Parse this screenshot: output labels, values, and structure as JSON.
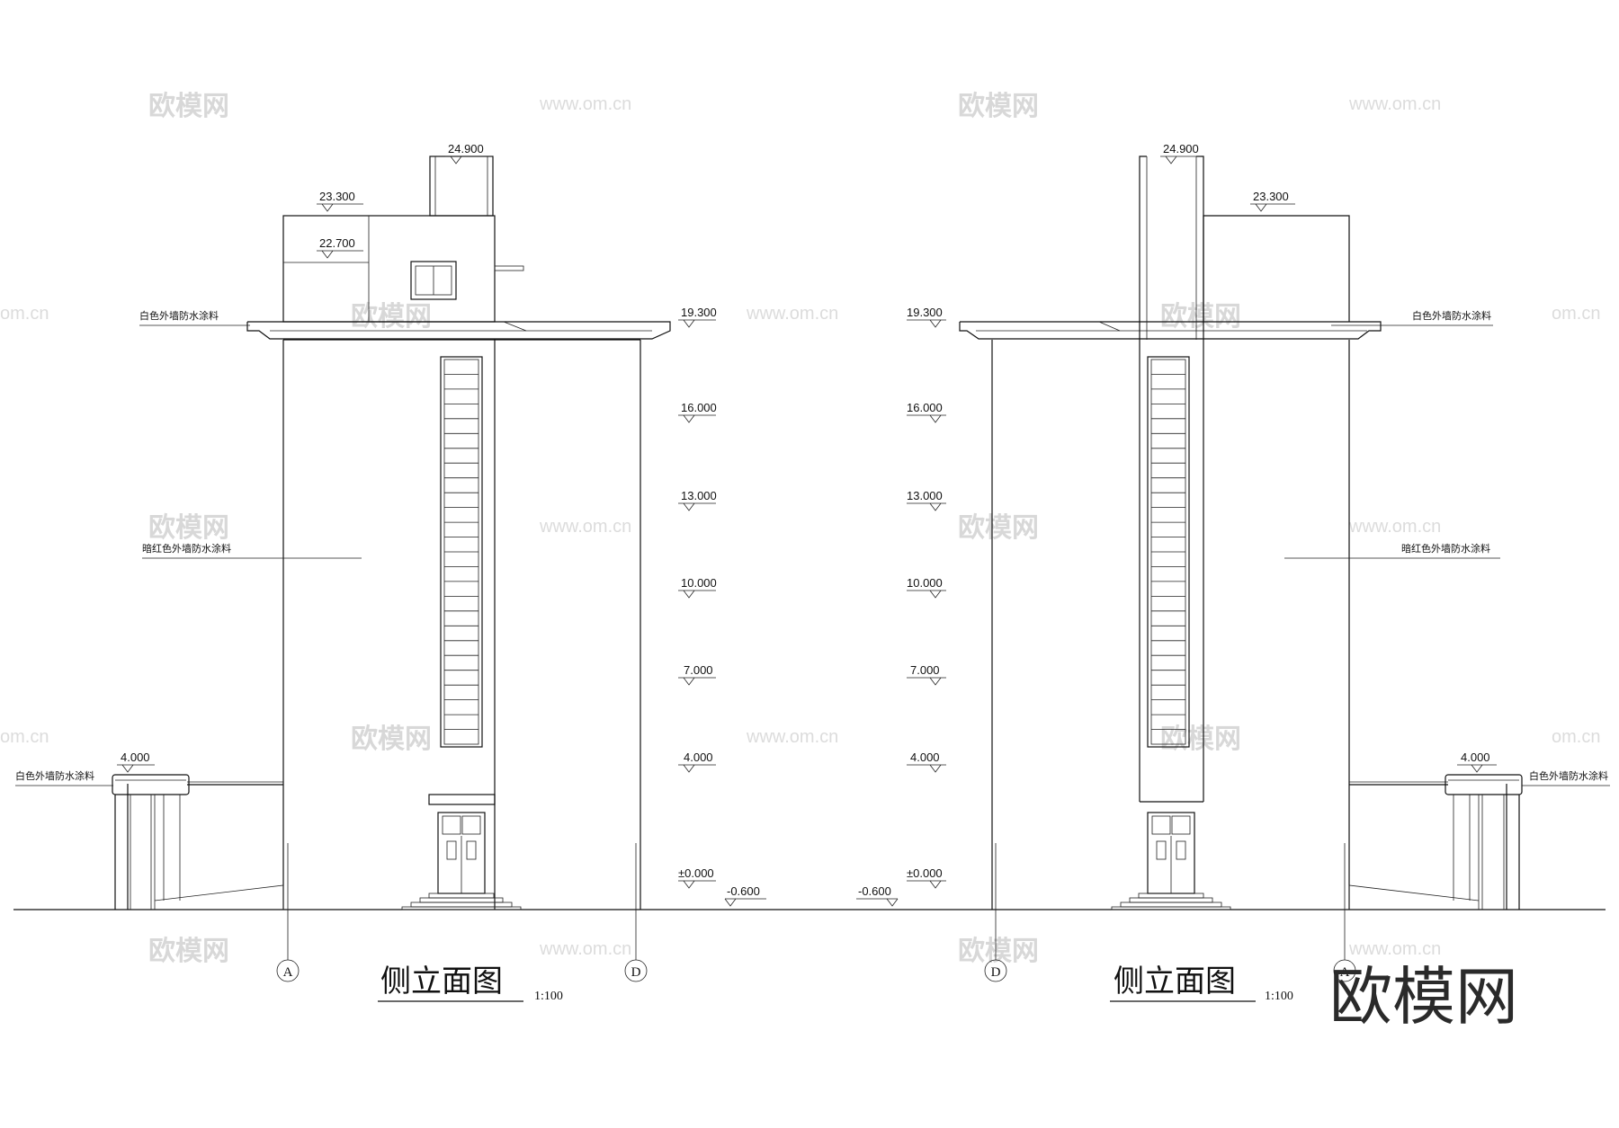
{
  "left_elevation": {
    "title": "侧立面图",
    "scale": "1:100",
    "grid_left": "A",
    "grid_right": "D",
    "levels": [
      "24.900",
      "23.300",
      "22.700",
      "19.300",
      "16.000",
      "13.000",
      "10.000",
      "7.000",
      "4.000",
      "4.000",
      "±0.000",
      "-0.600"
    ],
    "notes": [
      "白色外墙防水涂料",
      "暗红色外墙防水涂料",
      "白色外墙防水涂料"
    ]
  },
  "right_elevation": {
    "title": "侧立面图",
    "scale": "1:100",
    "grid_left": "D",
    "grid_right": "A",
    "levels": [
      "24.900",
      "23.300",
      "19.300",
      "16.000",
      "13.000",
      "10.000",
      "7.000",
      "4.000",
      "4.000",
      "±0.000",
      "-0.600"
    ],
    "notes": [
      "白色外墙防水涂料",
      "暗红色外墙防水涂料",
      "白色外墙防水涂料"
    ]
  },
  "watermark": {
    "brand": "欧模网",
    "url": "www.om.cn",
    "url_short": "om.cn"
  }
}
